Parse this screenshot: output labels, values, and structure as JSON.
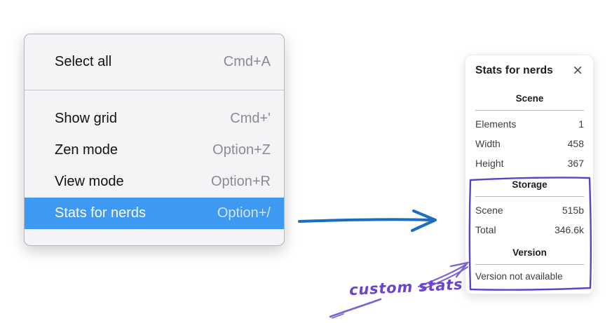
{
  "context_menu": {
    "groups": [
      {
        "items": [
          {
            "label": "Select all",
            "shortcut": "Cmd+A",
            "highlighted": false
          }
        ]
      },
      {
        "items": [
          {
            "label": "Show grid",
            "shortcut": "Cmd+'",
            "highlighted": false
          },
          {
            "label": "Zen mode",
            "shortcut": "Option+Z",
            "highlighted": false
          },
          {
            "label": "View mode",
            "shortcut": "Option+R",
            "highlighted": false
          },
          {
            "label": "Stats for nerds",
            "shortcut": "Option+/",
            "highlighted": true
          }
        ]
      }
    ]
  },
  "stats_panel": {
    "title": "Stats for nerds",
    "close_label": "×",
    "sections": [
      {
        "heading": "Scene",
        "rows": [
          {
            "label": "Elements",
            "value": "1"
          },
          {
            "label": "Width",
            "value": "458"
          },
          {
            "label": "Height",
            "value": "367"
          }
        ]
      },
      {
        "heading": "Storage",
        "rows": [
          {
            "label": "Scene",
            "value": "515b"
          },
          {
            "label": "Total",
            "value": "346.6k"
          }
        ]
      },
      {
        "heading": "Version",
        "rows": [],
        "note": "Version not available"
      }
    ]
  },
  "annotation": {
    "label": "custom stats"
  },
  "colors": {
    "menu_highlight_blue": "#3d99f2",
    "flow_arrow_blue": "#1c6cc0",
    "annotation_box_purple": "#5d42c9",
    "annotation_arrow_purple": "#7e60d5",
    "annotation_text_purple": "#6a43d0"
  }
}
